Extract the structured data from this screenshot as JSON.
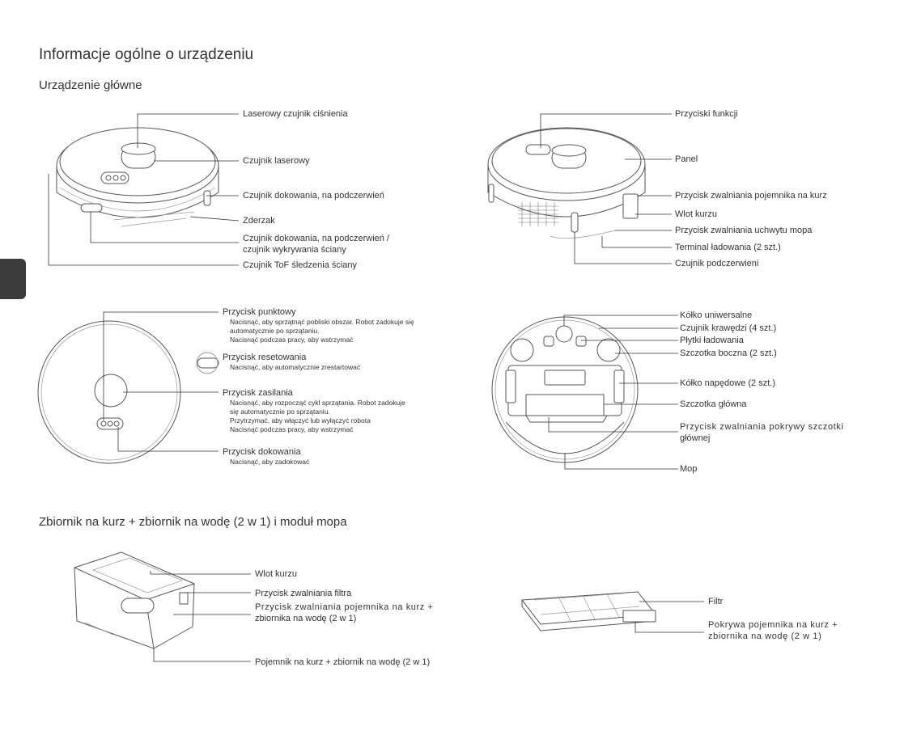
{
  "page": {
    "title": "Informacje ogólne o urządzeniu",
    "section_main": "Urządzenie główne",
    "section_tank": "Zbiornik na kurz + zbiornik na wodę (2 w 1) i moduł mopa"
  },
  "top_left_labels": [
    "Laserowy czujnik ciśnienia",
    "Czujnik laserowy",
    "Czujnik dokowania, na podczerwień",
    "Zderzak",
    "Czujnik dokowania, na podczerwień /",
    "czujnik wykrywania ściany",
    "Czujnik ToF śledzenia ściany"
  ],
  "top_right_labels": [
    "Przyciski funkcji",
    "Panel",
    "Przycisk zwalniania pojemnika na kurz",
    "Wlot kurzu",
    "Przycisk zwalniania uchwytu mopa",
    "Terminal ładowania (2 szt.)",
    "Czujnik podczerwieni"
  ],
  "buttons": {
    "spot": {
      "title": "Przycisk punktowy",
      "lines": [
        "Nacisnąć, aby sprzątnąć pobliski obszar. Robot zadokuje się",
        "automatycznie po sprzątaniu.",
        "Nacisnąć podczas pracy, aby wstrzymać"
      ]
    },
    "reset": {
      "title": "Przycisk resetowania",
      "lines": [
        "Nacisnąć, aby automatycznie zrestartować"
      ]
    },
    "power": {
      "title": "Przycisk zasilania",
      "lines": [
        "Nacisnąć, aby rozpocząć cykl sprzątania. Robot zadokuje",
        "się automatycznie po sprzątaniu.",
        "Przytrzymać, aby włączyć lub wyłączyć robota",
        "Nacisnąć podczas pracy, aby wstrzymać"
      ]
    },
    "dock": {
      "title": "Przycisk dokowania",
      "lines": [
        "Nacisnąć, aby zadokować"
      ]
    }
  },
  "bottom_labels": [
    "Kółko uniwersalne",
    "Czujnik krawędzi (4 szt.)",
    "Płytki ładowania",
    "Szczotka boczna (2 szt.)",
    "Kółko napędowe (2 szt.)",
    "Szczotka główna",
    "Przycisk zwalniania pokrywy szczotki",
    "głównej",
    "Mop"
  ],
  "tank_labels": [
    "Wlot kurzu",
    "Przycisk zwalniania filtra",
    "Przycisk zwalniania pojemnika na kurz +",
    "zbiornika na wodę (2 w 1)",
    "Pojemnik na kurz + zbiornik na wodę (2 w 1)"
  ],
  "filter_labels": [
    "Filtr",
    "Pokrywa pojemnika na kurz +",
    "zbiornika na wodę (2 w 1)"
  ]
}
